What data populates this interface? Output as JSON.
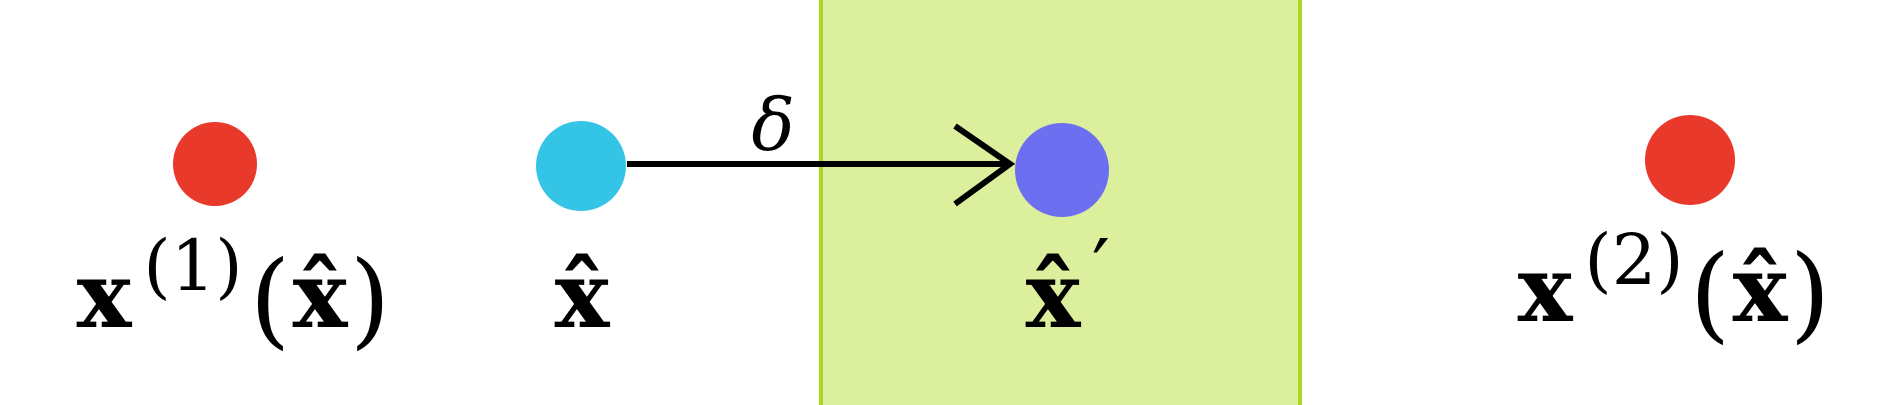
{
  "diagram": {
    "colors": {
      "region_fill": "#dbef9d",
      "region_border": "#a8d820",
      "red_point": "#e8392b",
      "cyan_point": "#33c4e6",
      "blue_point": "#6b6ff0",
      "arrow": "#000000"
    },
    "labels": {
      "x1": {
        "base": "x",
        "sup": "(1)",
        "arg_open": "(",
        "arg": "x̂",
        "arg_close": ")"
      },
      "xhat": "x̂",
      "xhat_prime": {
        "base": "x̂",
        "prime": "′"
      },
      "x2": {
        "base": "x",
        "sup": "(2)",
        "arg_open": "(",
        "arg": "x̂",
        "arg_close": ")"
      },
      "delta": "δ"
    }
  }
}
